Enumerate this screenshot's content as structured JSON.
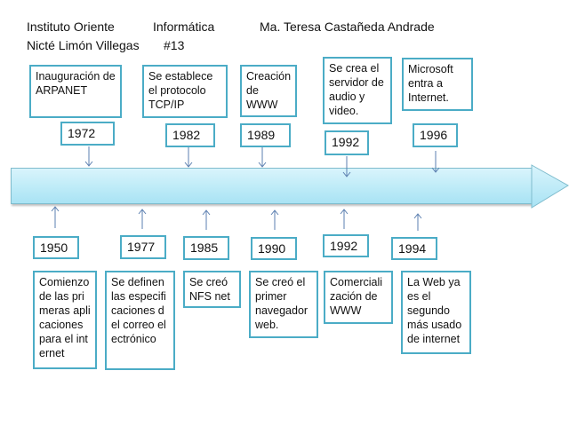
{
  "header": {
    "school": "Instituto Oriente",
    "subject": "Informática",
    "teacher": "Ma. Teresa Castañeda Andrade",
    "student": "Nicté Limón Villegas",
    "number": "#13"
  },
  "colors": {
    "box_border": "#4bacc6",
    "timeline_fill": "#c0ecf8",
    "arrow_line": "#5b7fb0"
  },
  "timeline": {
    "direction": "right",
    "top_events": [
      {
        "year": "1972",
        "text": "Inauguración de ARPANET"
      },
      {
        "year": "1982",
        "text": "Se establece el protocolo TCP/IP"
      },
      {
        "year": "1989",
        "text": "Creación de WWW"
      },
      {
        "year": "1992",
        "text": "Se crea el servidor de audio y video."
      },
      {
        "year": "1996",
        "text": "Microsoft entra a Internet."
      }
    ],
    "bottom_events": [
      {
        "year": "1950",
        "text": "Comienzo de las primeras aplicaciones para el internet"
      },
      {
        "year": "1977",
        "text": "Se definen las especificaciones del correo electrónico"
      },
      {
        "year": "1985",
        "text": "Se creó NFS net"
      },
      {
        "year": "1990",
        "text": "Se creó el primer navegador web."
      },
      {
        "year": "1992",
        "text": "Comercialización de WWW"
      },
      {
        "year": "1994",
        "text": "La Web ya es el segundo más usado de internet"
      }
    ]
  }
}
